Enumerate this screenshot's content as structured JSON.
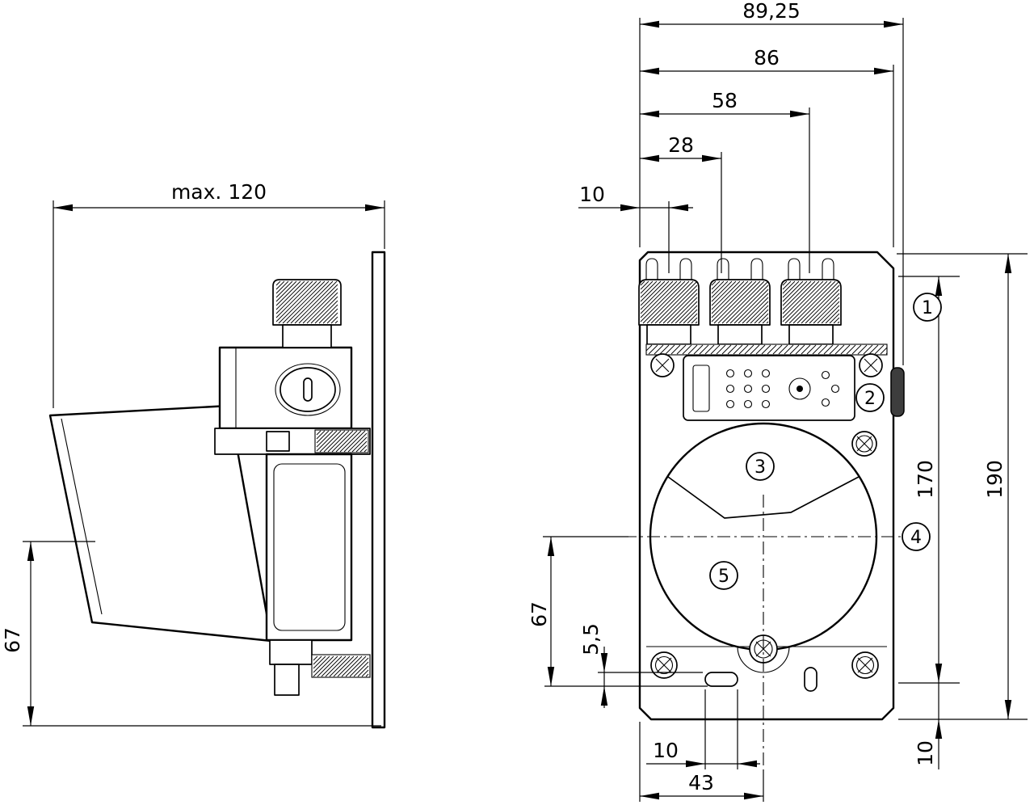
{
  "drawing": {
    "side_view": {
      "width": "max. 120",
      "height": "67"
    },
    "front_view": {
      "overall_width": "89,25",
      "body_width": "86",
      "gland3_x": "58",
      "gland2_x": "28",
      "gland1_x": "10",
      "inner_height": "170",
      "overall_height": "190",
      "bottom_right_offset": "10",
      "center_to_slot": "67",
      "slot_width": "5,5",
      "slot_length": "10",
      "center_offset_x": "43"
    },
    "callouts": {
      "c1": "1",
      "c2": "2",
      "c3": "3",
      "c4": "4",
      "c5": "5"
    }
  }
}
